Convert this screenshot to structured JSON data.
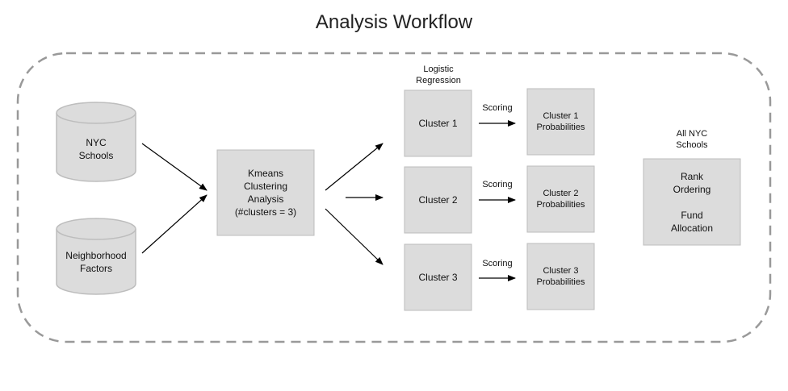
{
  "title": "Analysis Workflow",
  "sources": {
    "schools": "NYC\nSchools",
    "neighborhood": "Neighborhood\nFactors"
  },
  "kmeans": "Kmeans\nClustering\nAnalysis\n(#clusters = 3)",
  "logistic_label": "Logistic\nRegression",
  "clusters": [
    {
      "label": "Cluster 1",
      "scoring": "Scoring",
      "probabilities": "Cluster 1\nProbabilities"
    },
    {
      "label": "Cluster 2",
      "scoring": "Scoring",
      "probabilities": "Cluster 2\nProbabilities"
    },
    {
      "label": "Cluster 3",
      "scoring": "Scoring",
      "probabilities": "Cluster 3\nProbabilities"
    }
  ],
  "all_schools_label": "All NYC\nSchools",
  "final_box": "Rank\nOrdering\n\nFund\nAllocation",
  "colors": {
    "box_fill": "#dcdcdc",
    "box_stroke": "#bdbdbd",
    "dash": "#999999",
    "arrow": "#000000"
  }
}
